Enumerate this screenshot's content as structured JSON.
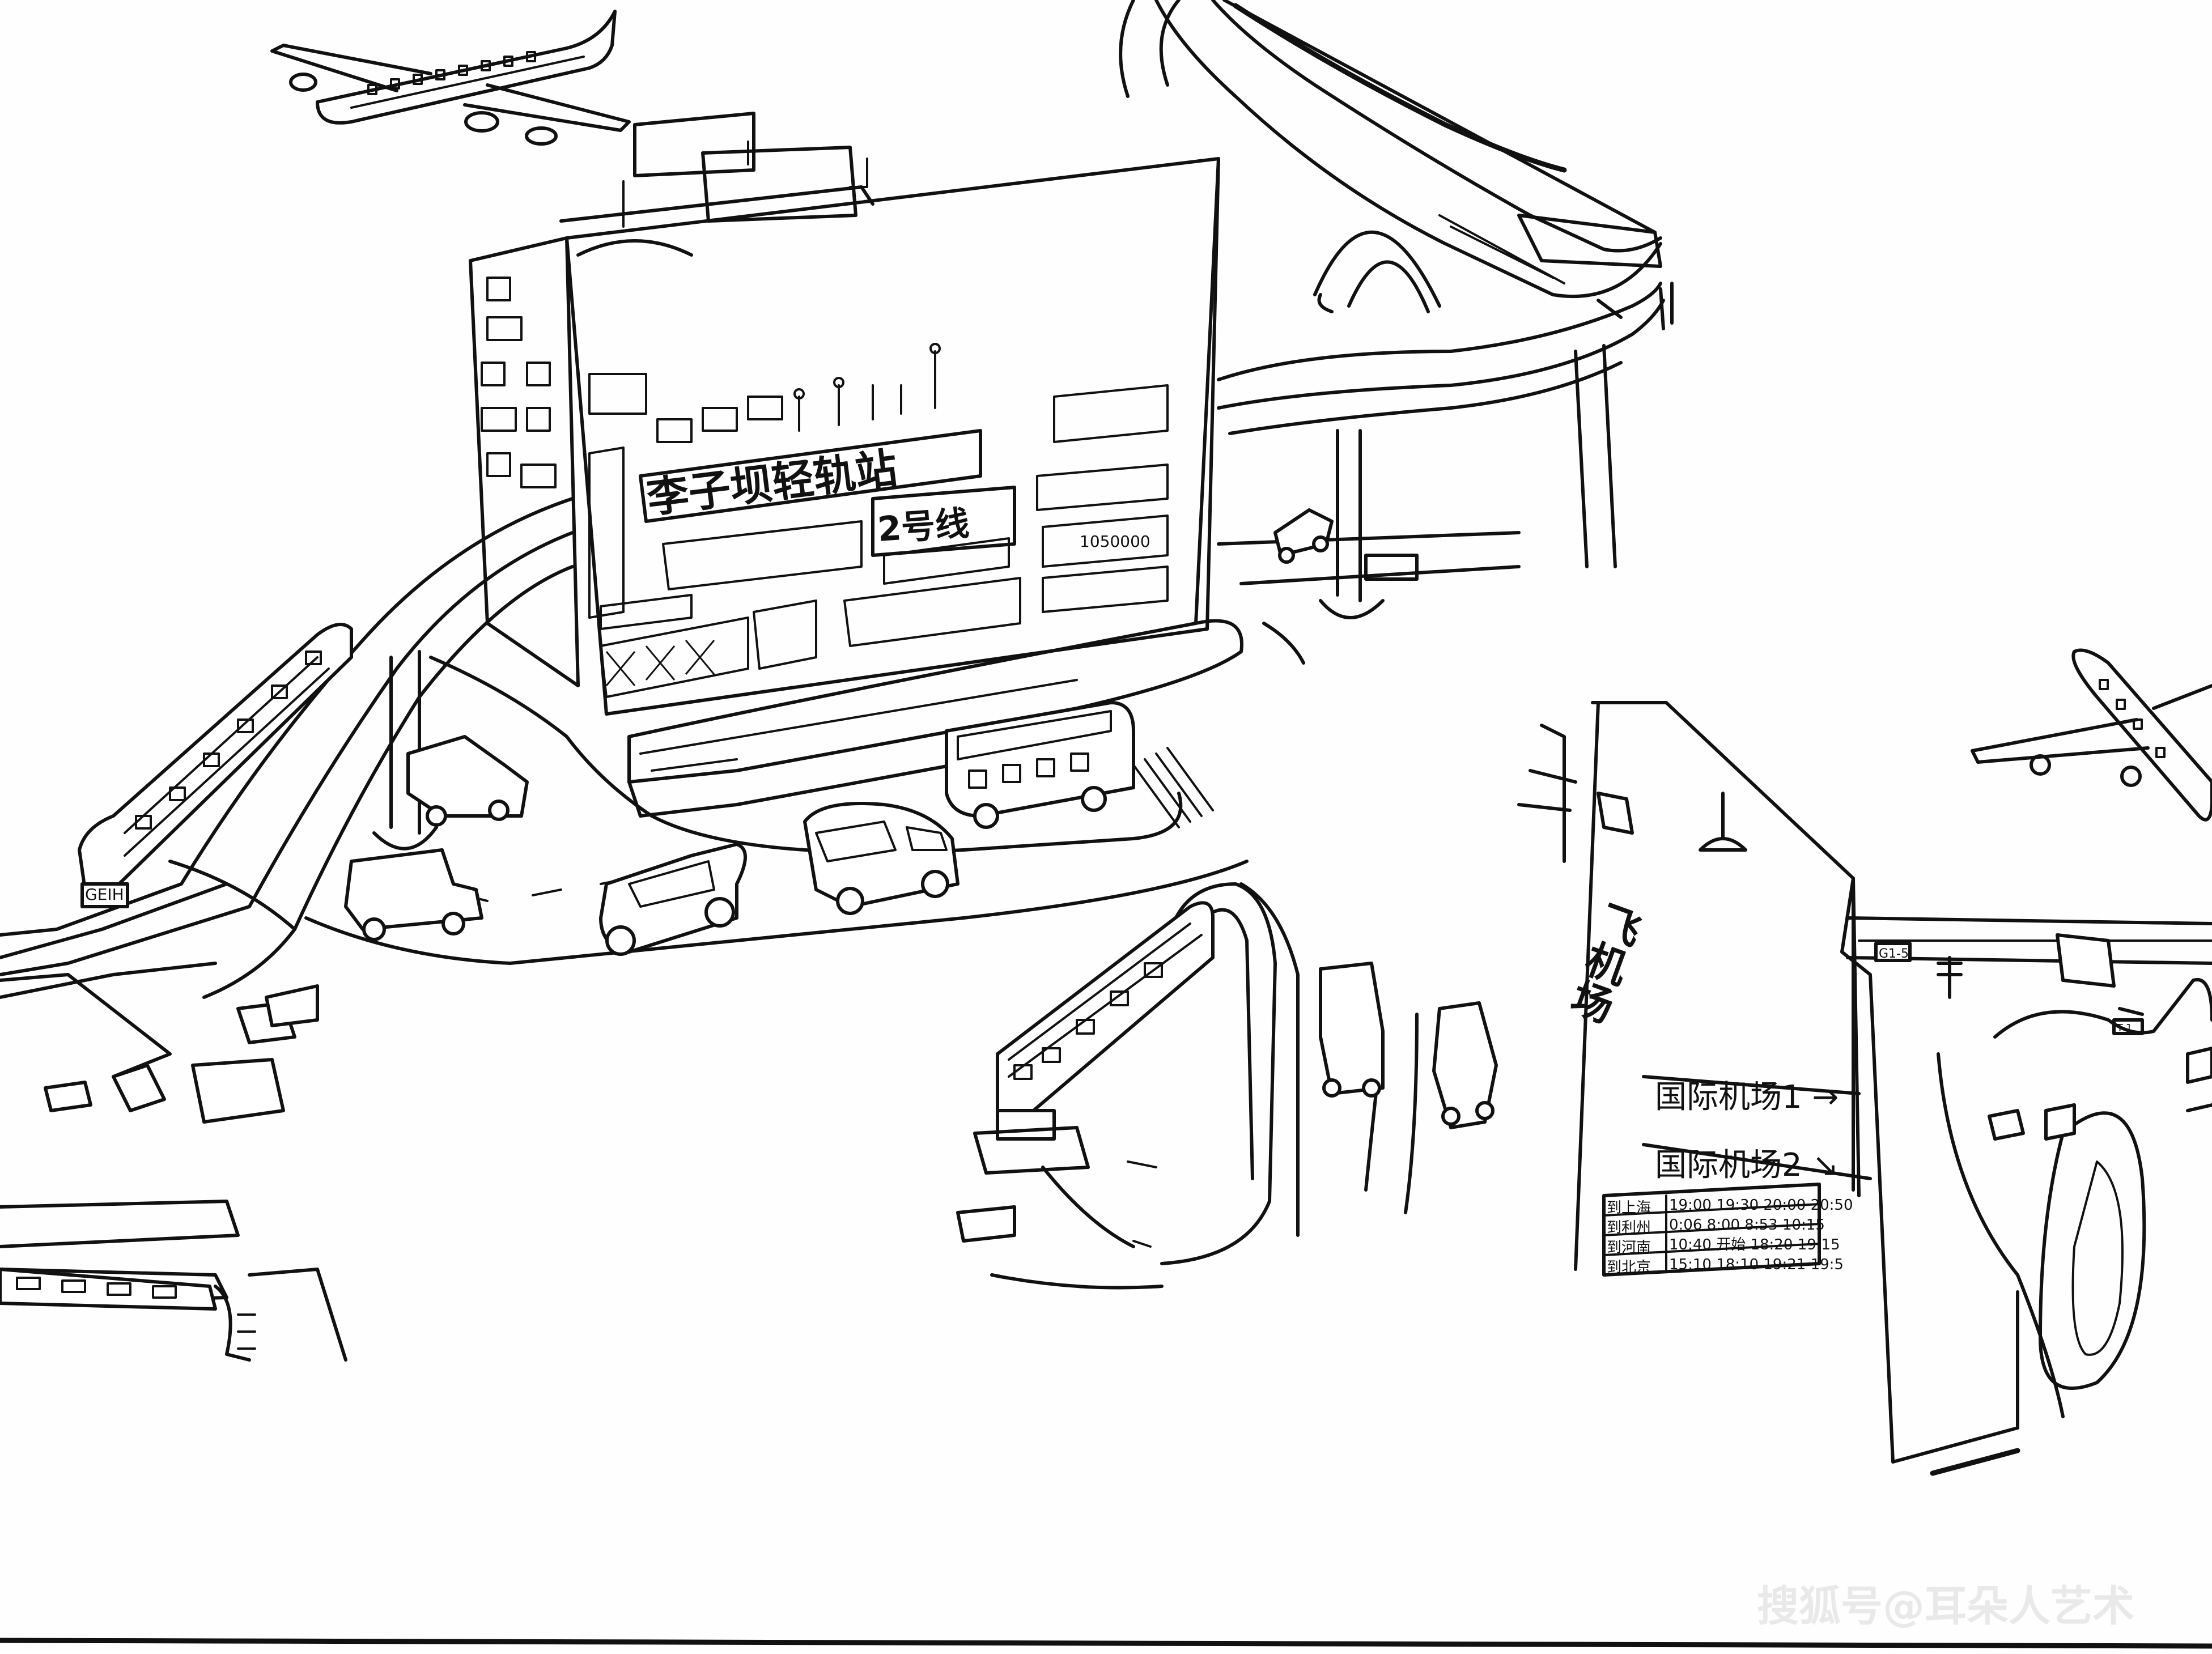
{
  "station": {
    "name_sign": "李子坝轻轨站",
    "line_sign": "2号线",
    "counter_number": "1050000"
  },
  "terminal": {
    "vertical_sign": "飞机场",
    "directions": [
      "国际机场1 →",
      "国际机场2 ↘"
    ],
    "timetable": [
      {
        "dest": "到上海",
        "times": "19:00 19:30 20:00 20:50"
      },
      {
        "dest": "到利州",
        "times": "0:06 8:00 8:53 10:15"
      },
      {
        "dest": "到河南",
        "times": "10:40 开始 18:20 19:15"
      },
      {
        "dest": "到北京",
        "times": "15:10 18:10 19:21 19:5"
      }
    ]
  },
  "labels": {
    "train_front": "GEIH",
    "airfield_sign": "G1-5",
    "plane_tag": "T-1"
  },
  "watermark": "搜狐号@耳朵人艺术",
  "icons": [
    "plane-icon",
    "train-icon",
    "bus-icon",
    "car-icon",
    "truck-icon",
    "crane-icon"
  ]
}
